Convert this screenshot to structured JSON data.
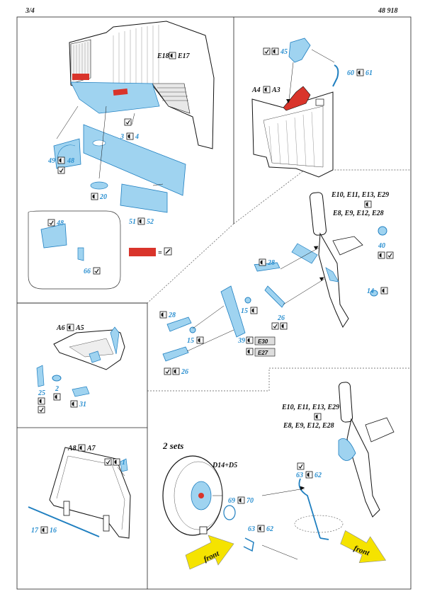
{
  "header": {
    "page": "3/4",
    "code": "48 918"
  },
  "labels": {
    "e18e17": [
      "E18",
      "E17"
    ],
    "a4a3": [
      "A4",
      "A3"
    ],
    "e_top": [
      "E10, E11, E13, E29",
      "E8, E9, E12, E28"
    ],
    "e_bottom": [
      "E10, E11, E13, E29",
      "E8, E9, E12, E28"
    ],
    "a6a5": [
      "A6",
      "A5"
    ],
    "a8a7": [
      "A8",
      "A7"
    ],
    "sets": "2 sets",
    "wheel": "D14+D5",
    "e30": "E30",
    "e27": "E27",
    "front": "front"
  },
  "parts": {
    "p45": "45",
    "p60": "60",
    "p61": "61",
    "p3": "3",
    "p4": "4",
    "p49": "49",
    "p48a": "48",
    "p20": "20",
    "p51": "51",
    "p52": "52",
    "p48b": "48",
    "p66": "66",
    "p28a": "28",
    "p28b": "28",
    "p15a": "15",
    "p15b": "15",
    "p26a": "26",
    "p26b": "26",
    "p39": "39",
    "p40": "40",
    "p14": "14",
    "p25": "25",
    "p2": "2",
    "p31": "31",
    "p1": "1",
    "p17": "17",
    "p16": "16",
    "p63a": "63",
    "p62a": "62",
    "p63b": "63",
    "p62b": "62",
    "p69": "69",
    "p70": "70"
  },
  "colors": {
    "etch": "#9fd3f0",
    "etch_stroke": "#1f7fc0",
    "paint_red": "#d9342b",
    "label_blue": "#2a8fd0"
  },
  "icons": [
    "bend-icon",
    "contact-glue-icon",
    "paint-icon"
  ]
}
